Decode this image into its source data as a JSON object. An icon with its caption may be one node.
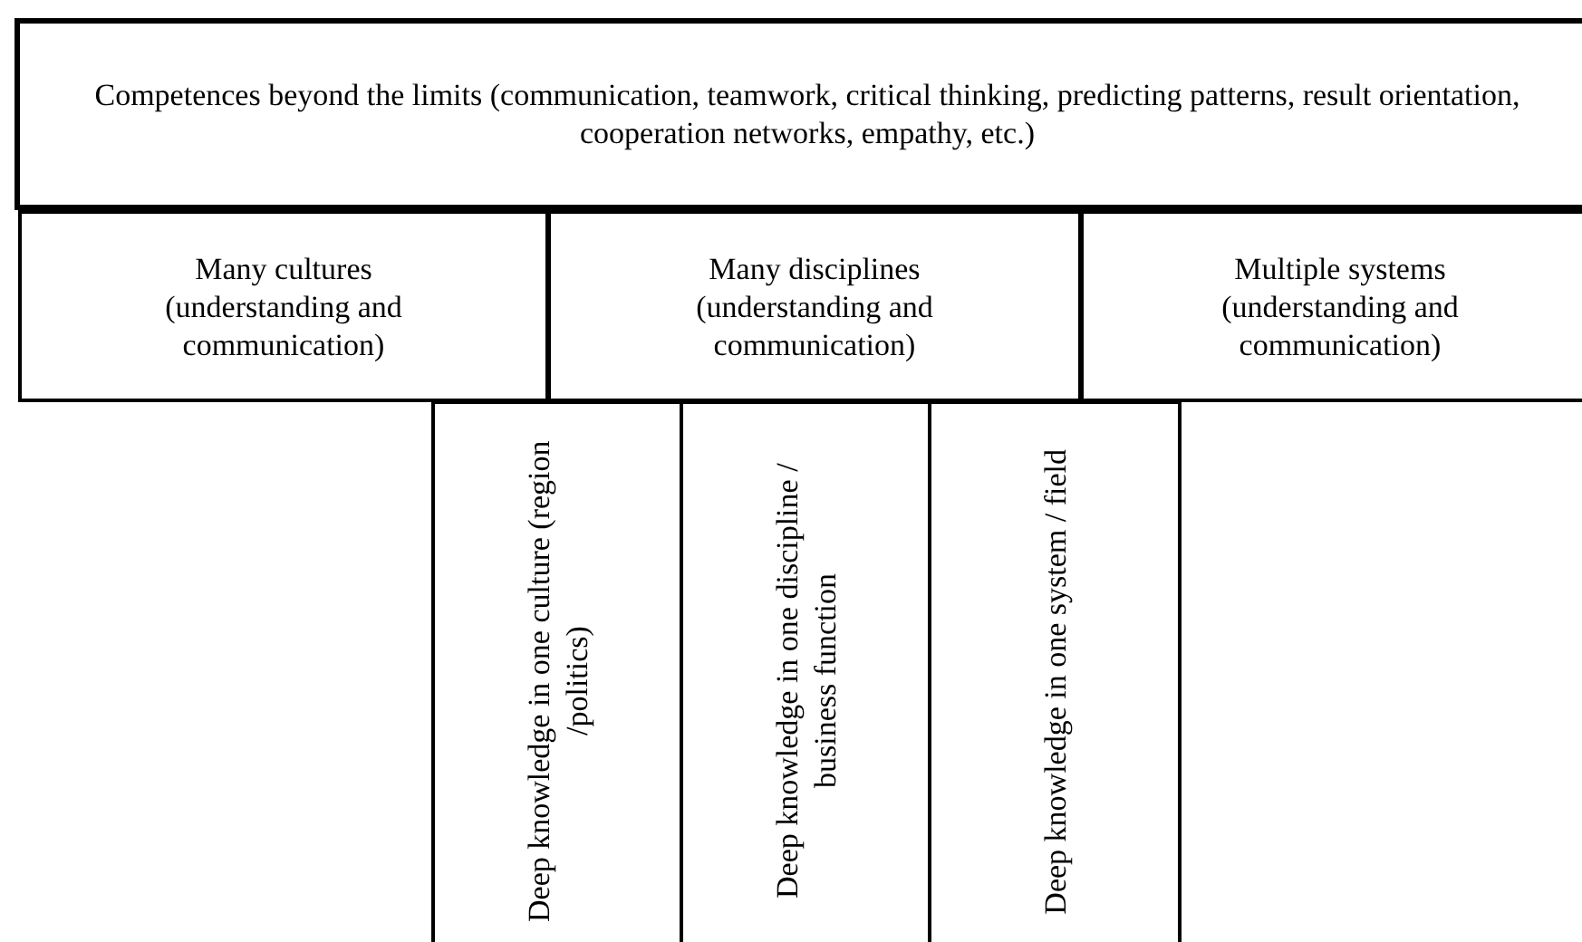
{
  "diagram": {
    "nodes": [
      {
        "text": [
          "Competences beyond the limits (communication, teamwork, critical thinking, predicting patterns, result orientation, cooperation networks, empathy, etc.)"
        ]
      },
      {
        "text": [
          "Many cultures (understanding and communication)"
        ]
      },
      {
        "text": [
          "Many disciplines (understanding and communication)"
        ]
      },
      {
        "text": [
          "Multiple systems (understanding and communication)"
        ]
      },
      {
        "text": [
          "Deep knowledge in one culture (region /politics)"
        ]
      },
      {
        "text": [
          "Deep knowledge in one discipline / business function"
        ]
      },
      {
        "text": [
          "Deep knowledge in one system / field"
        ]
      }
    ]
  }
}
